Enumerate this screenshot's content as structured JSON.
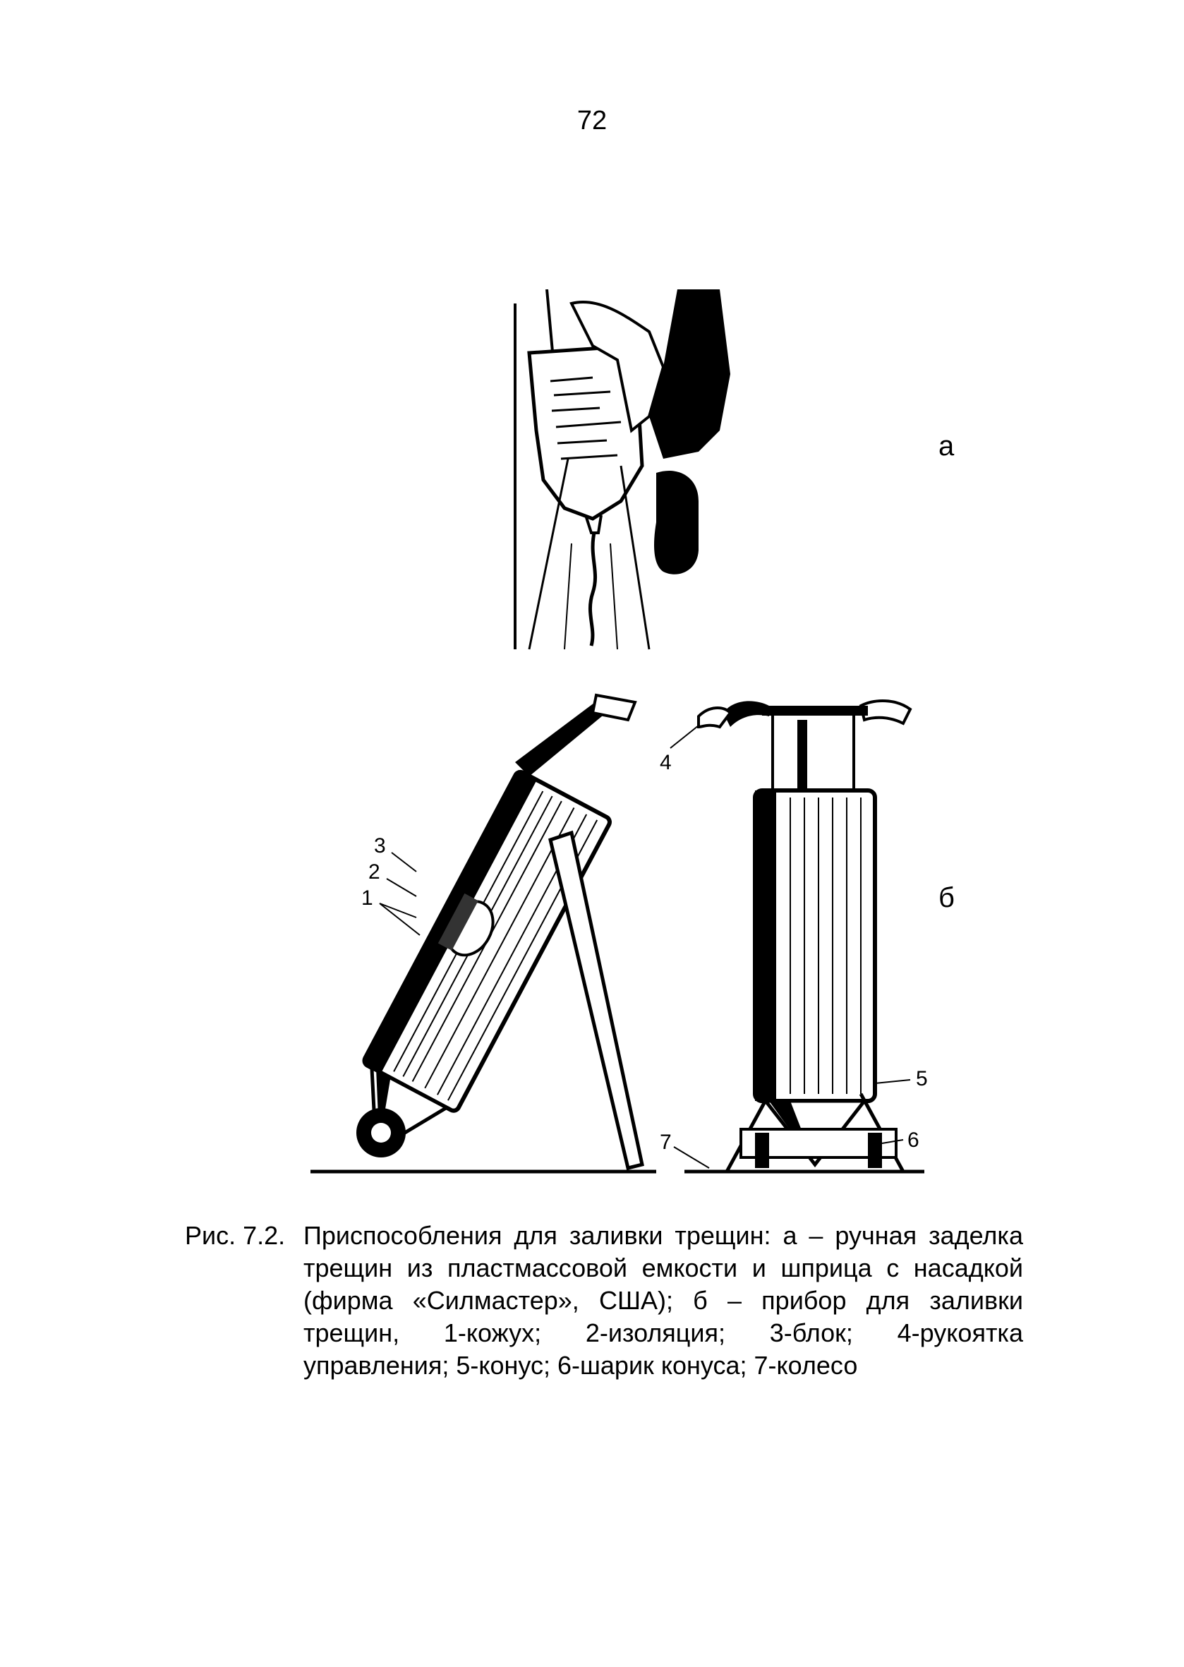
{
  "page_number": "72",
  "figure_labels": {
    "a": "а",
    "b": "б"
  },
  "callouts": [
    "1",
    "2",
    "3",
    "4",
    "5",
    "6",
    "7"
  ],
  "caption": {
    "prefix": "Рис. 7.2.",
    "text": "Приспособления для заливки трещин: а – ручная заделка трещин из пластмассовой емкости и шприца с насадкой (фирма «Силмастер», США); б – прибор для заливки трещин, 1-кожух; 2-изоляция; 3-блок; 4-рукоятка управления; 5-конус; 6-шарик конуса; 7-колесо"
  }
}
